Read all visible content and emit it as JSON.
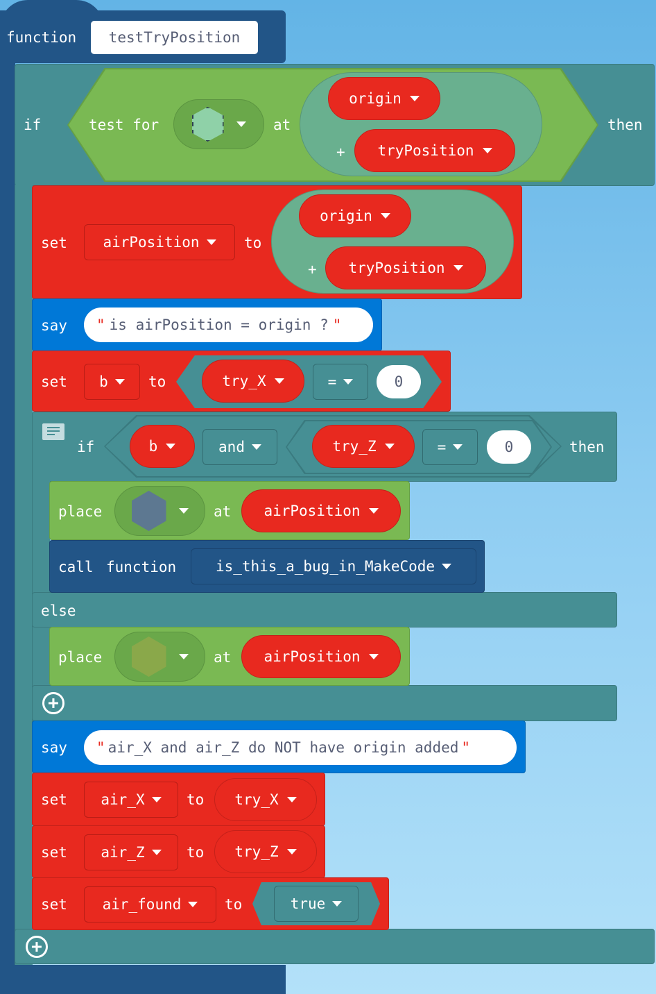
{
  "function_block": {
    "keyword": "function",
    "name": "testTryPosition"
  },
  "if1": {
    "if": "if",
    "test_for": "test for",
    "at": "at",
    "origin": "origin",
    "plus": "+",
    "try_position": "tryPosition",
    "then": "then"
  },
  "set_air": {
    "set": "set",
    "var": "airPosition",
    "to": "to",
    "origin": "origin",
    "plus": "+",
    "try_position": "tryPosition"
  },
  "say1": {
    "say": "say",
    "text": "is airPosition = origin ?"
  },
  "set_b": {
    "set": "set",
    "var": "b",
    "to": "to",
    "left": "try_X",
    "op": "=",
    "right": "0"
  },
  "if2": {
    "if": "if",
    "left": "b",
    "and": "and",
    "cmp_left": "try_Z",
    "op": "=",
    "cmp_right": "0",
    "then": "then",
    "else": "else"
  },
  "place1": {
    "place": "place",
    "at": "at",
    "pos": "airPosition"
  },
  "call": {
    "call": "call",
    "function": "function",
    "name": "is_this_a_bug_in_MakeCode"
  },
  "place2": {
    "place": "place",
    "at": "at",
    "pos": "airPosition"
  },
  "say2": {
    "say": "say",
    "text": "air_X and air_Z do NOT have origin added"
  },
  "set_ax": {
    "set": "set",
    "var": "air_X",
    "to": "to",
    "value": "try_X"
  },
  "set_az": {
    "set": "set",
    "var": "air_Z",
    "to": "to",
    "value": "try_Z"
  },
  "set_found": {
    "set": "set",
    "var": "air_found",
    "to": "to",
    "value": "true"
  },
  "quote": "\""
}
